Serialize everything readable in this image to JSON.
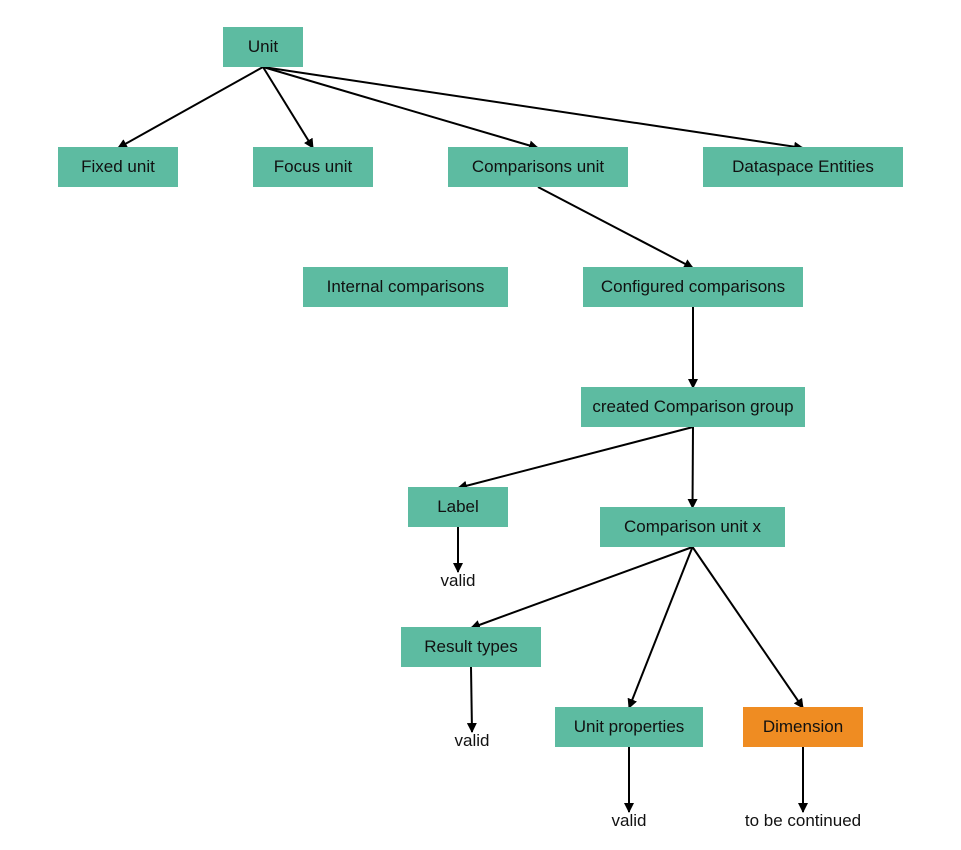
{
  "colors": {
    "node_fill": "#5dbba1",
    "highlight_fill": "#ef8c22",
    "edge": "#000000",
    "text": "#111111"
  },
  "nodes": {
    "unit": "Unit",
    "fixed_unit": "Fixed unit",
    "focus_unit": "Focus unit",
    "comparisons_unit": "Comparisons unit",
    "dataspace_entities": "Dataspace Entities",
    "internal_comparisons": "Internal comparisons",
    "configured_comparisons": "Configured comparisons",
    "created_comparison_group": "created Comparison group",
    "label": "Label",
    "comparison_unit_x": "Comparison unit x",
    "result_types": "Result types",
    "unit_properties": "Unit properties",
    "dimension": "Dimension"
  },
  "notes": {
    "label_valid": "valid",
    "result_types_valid": "valid",
    "unit_properties_valid": "valid",
    "dimension_status": "to be continued"
  },
  "edges": [
    [
      "unit",
      "fixed_unit"
    ],
    [
      "unit",
      "focus_unit"
    ],
    [
      "unit",
      "comparisons_unit"
    ],
    [
      "unit",
      "dataspace_entities"
    ],
    [
      "comparisons_unit",
      "configured_comparisons"
    ],
    [
      "configured_comparisons",
      "created_comparison_group"
    ],
    [
      "created_comparison_group",
      "label"
    ],
    [
      "created_comparison_group",
      "comparison_unit_x"
    ],
    [
      "label",
      "label_valid"
    ],
    [
      "comparison_unit_x",
      "result_types"
    ],
    [
      "comparison_unit_x",
      "unit_properties"
    ],
    [
      "comparison_unit_x",
      "dimension"
    ],
    [
      "result_types",
      "result_types_valid"
    ],
    [
      "unit_properties",
      "unit_properties_valid"
    ],
    [
      "dimension",
      "dimension_status"
    ]
  ]
}
